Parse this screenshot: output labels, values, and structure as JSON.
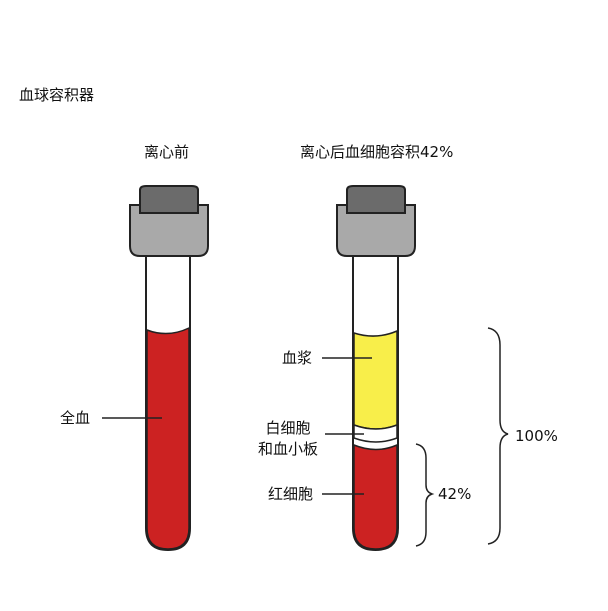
{
  "title": "血球容积器",
  "tubes": {
    "before": {
      "header": "离心前",
      "whole_blood_label": "全血"
    },
    "after": {
      "header": "离心后血细胞容积42%",
      "plasma_label": "血浆",
      "buffy_coat_label_line1": "白细胞",
      "buffy_coat_label_line2": "和血小板",
      "rbc_label": "红细胞"
    }
  },
  "brackets": {
    "total_label": "100%",
    "rbc_label": "42%",
    "rbc_fraction": 0.42
  },
  "colors": {
    "blood": "#cc2222",
    "plasma": "#f8ee4a",
    "cap_top": "#6b6b6b",
    "cap_collar": "#a9a9a9",
    "tube_outline": "#222222"
  }
}
